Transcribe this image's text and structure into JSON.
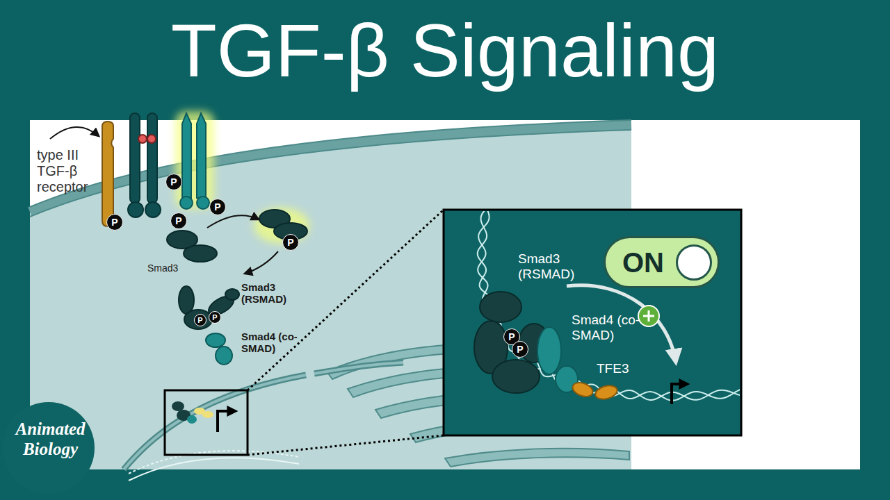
{
  "diagram": {
    "title": "TGF-β Signaling",
    "nodes": [
      {
        "text": [
          "P"
        ]
      },
      {
        "text": [
          "P"
        ]
      },
      {
        "text": [
          "P"
        ]
      },
      {
        "text": [
          "P"
        ]
      },
      {
        "text": [
          "P"
        ]
      },
      {
        "text": [
          "P"
        ]
      },
      {
        "text": [
          "P"
        ]
      },
      {
        "text": [
          "ON"
        ]
      },
      {
        "text": [
          "P"
        ]
      },
      {
        "text": [
          "P"
        ]
      }
    ],
    "labels": [
      "type III TGF-β receptor",
      "Smad3",
      "Smad3 (RSMAD)",
      "Smad4 (co-SMAD)",
      "Smad3 (RSMAD)",
      "Smad4 (co-SMAD)",
      "TFE3",
      "Animated Biology"
    ]
  }
}
